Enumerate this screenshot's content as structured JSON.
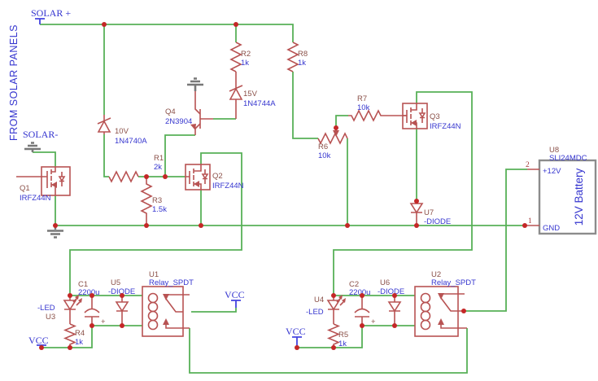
{
  "schematic": {
    "flags": {
      "solar_plus": "SOLAR +",
      "solar_minus": "SOLAR-",
      "from_solar_panels": "FROM SOLAR PANELS",
      "vcc": "VCC",
      "cap_plus": "+"
    },
    "components": {
      "q1": {
        "name": "Q1",
        "value": "IRFZ44N"
      },
      "q2": {
        "name": "Q2",
        "value": "IRFZ44N"
      },
      "q3": {
        "name": "Q3",
        "value": "IRFZ44N"
      },
      "q4": {
        "name": "Q4",
        "value": "2N3904"
      },
      "r1": {
        "name": "R1",
        "value": "2k"
      },
      "r2": {
        "name": "R2",
        "value": "1k"
      },
      "r3": {
        "name": "R3",
        "value": "1.5k"
      },
      "r4": {
        "name": "R4",
        "value": "1k"
      },
      "r5": {
        "name": "R5",
        "value": "1k"
      },
      "r6": {
        "name": "R6",
        "value": "10k"
      },
      "r7": {
        "name": "R7",
        "value": "10k"
      },
      "r8": {
        "name": "R8",
        "value": "1k"
      },
      "d1": {
        "name": "10V",
        "value": "1N4740A"
      },
      "d2": {
        "name": "15V",
        "value": "1N4744A"
      },
      "u1": {
        "name": "U1",
        "value": "Relay_SPDT"
      },
      "u2": {
        "name": "U2",
        "value": "Relay_SPDT"
      },
      "u3": {
        "name": "U3",
        "value": "-LED"
      },
      "u4": {
        "name": "U4",
        "value": "-LED"
      },
      "u5": {
        "name": "U5",
        "value": "-DIODE"
      },
      "u6": {
        "name": "U6",
        "value": "-DIODE"
      },
      "u7": {
        "name": "U7",
        "value": "-DIODE"
      },
      "c1": {
        "name": "C1",
        "value": "2200u"
      },
      "c2": {
        "name": "C2",
        "value": "2200u"
      },
      "u8": {
        "name": "U8",
        "value": "SLI24MDC",
        "body_label": "12V Battery",
        "pin_1": "1",
        "pin_1_label": "GND",
        "pin_2": "2",
        "pin_2_label": "+12V"
      }
    },
    "colors": {
      "wire_green": "#58b158",
      "component_red": "#b85353",
      "junction_red": "#c42727",
      "name_maroon": "#8b5149",
      "value_blue": "#3636cf",
      "net_label_blue": "#3434cf",
      "hardware_gray": "#787878",
      "battery_gray": "#8c8c8c"
    }
  }
}
